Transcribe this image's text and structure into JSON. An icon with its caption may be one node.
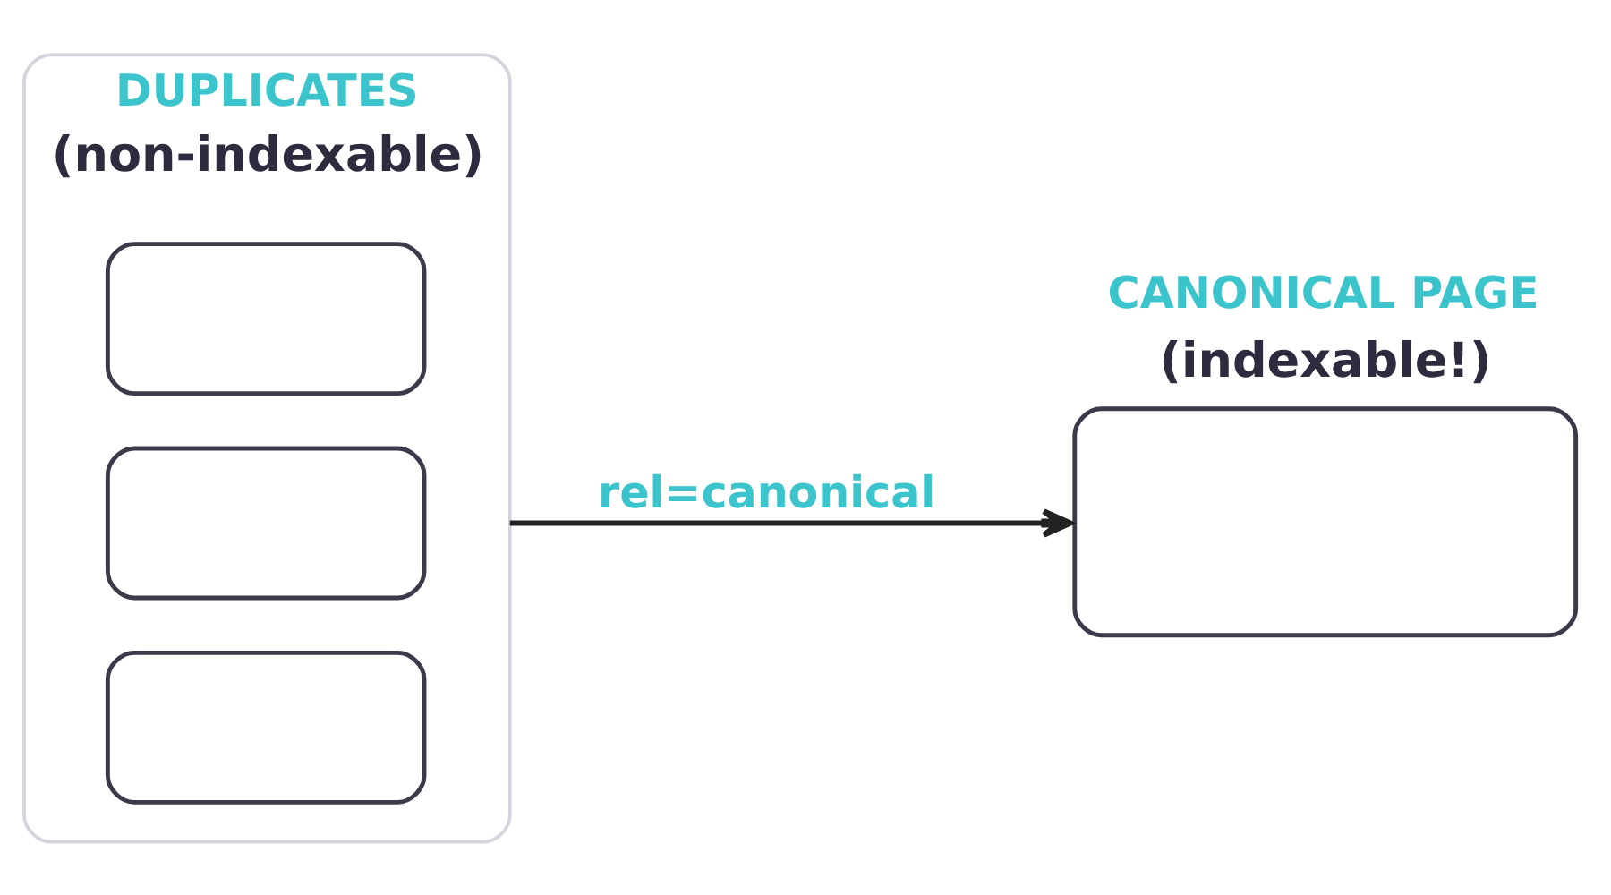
{
  "diagram": {
    "nodes": [
      {
        "text": [
          "DUPLICATES",
          "(non-indexable)"
        ]
      },
      {
        "text": [],
        "shape": "box",
        "in": 0
      },
      {
        "text": [],
        "shape": "box",
        "in": 0
      },
      {
        "text": [],
        "shape": "box",
        "in": 0
      },
      {
        "text": [
          "CANONICAL PAGE",
          "(indexable!)"
        ]
      }
    ],
    "edges": [
      {
        "from": 0,
        "to": 4,
        "arrow": "to",
        "label": "rel=canonical"
      }
    ]
  }
}
